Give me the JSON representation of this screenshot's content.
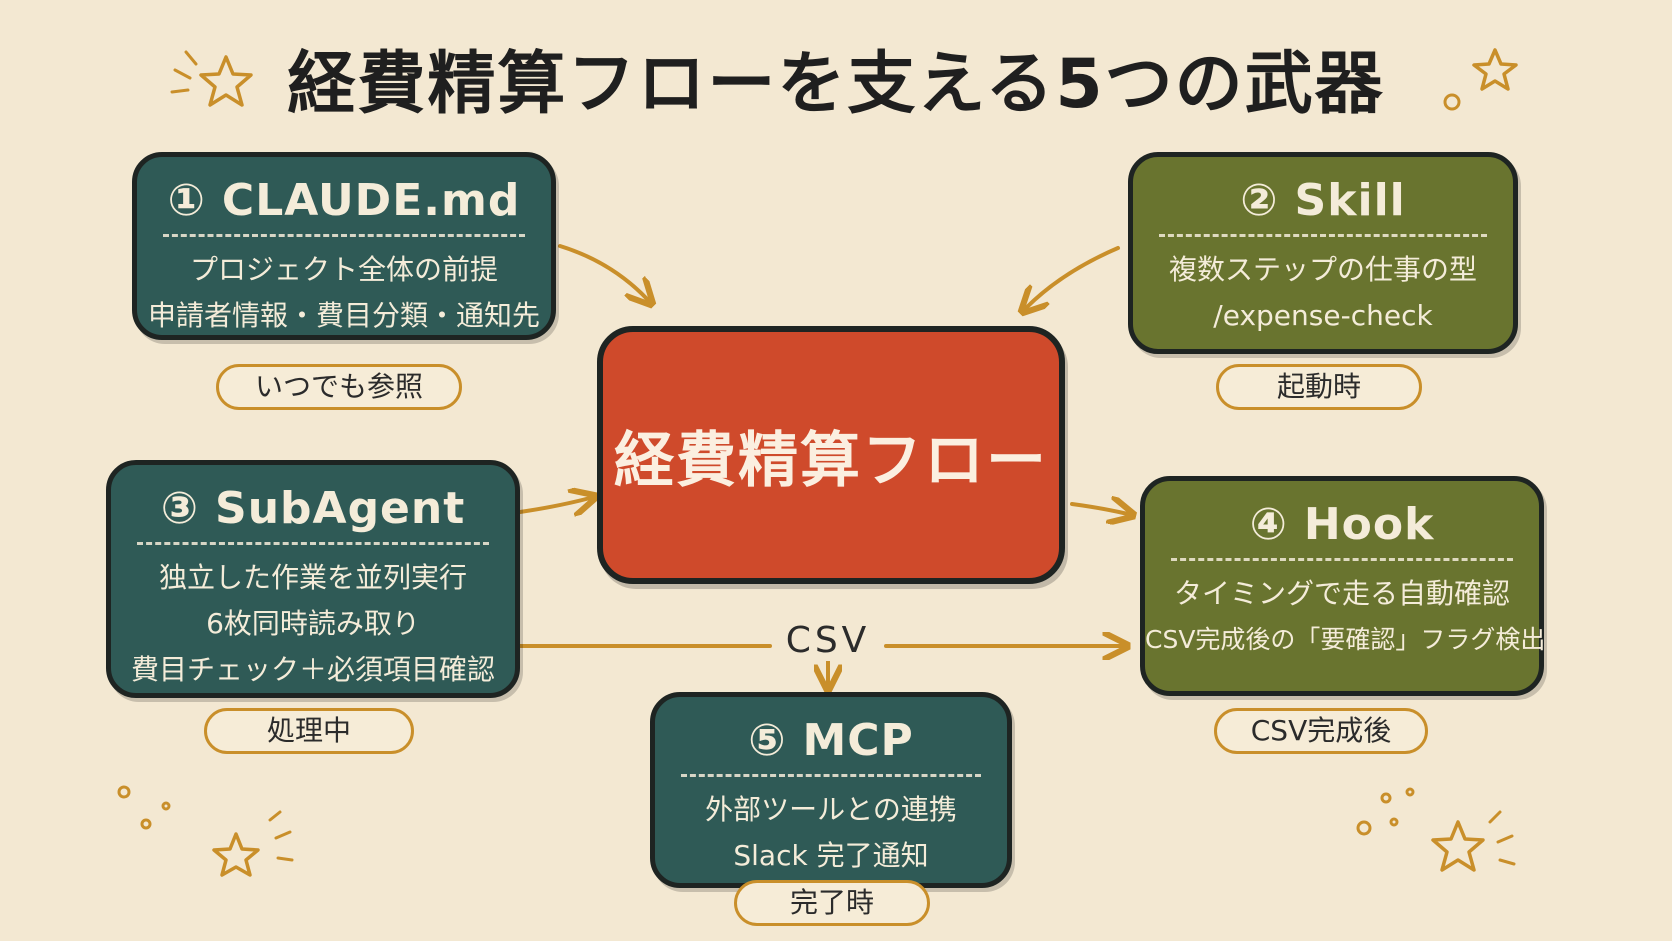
{
  "title": "経費精算フローを支える5つの武器",
  "center": {
    "label": "経費精算フロー"
  },
  "cards": [
    {
      "num": "①",
      "name": "CLAUDE.md",
      "lines": [
        "プロジェクト全体の前提",
        "申請者情報・費目分類・通知先"
      ],
      "tag": "いつでも参照"
    },
    {
      "num": "②",
      "name": "Skill",
      "lines": [
        "複数ステップの仕事の型",
        "/expense-check"
      ],
      "tag": "起動時"
    },
    {
      "num": "③",
      "name": "SubAgent",
      "lines": [
        "独立した作業を並列実行",
        "6枚同時読み取り",
        "費目チェック＋必須項目確認"
      ],
      "tag": "処理中"
    },
    {
      "num": "④",
      "name": "Hook",
      "lines": [
        "タイミングで走る自動確認",
        "CSV完成後の「要確認」フラグ検出"
      ],
      "tag": "CSV完成後"
    },
    {
      "num": "⑤",
      "name": "MCP",
      "lines": [
        "外部ツールとの連携",
        "Slack 完了通知"
      ],
      "tag": "完了時"
    }
  ],
  "flow_label": "CSV",
  "colors": {
    "background": "#f3e8d2",
    "center": "#cf4a2b",
    "teal": "#2f5a56",
    "olive": "#69742f",
    "accent": "#c98f2a"
  }
}
